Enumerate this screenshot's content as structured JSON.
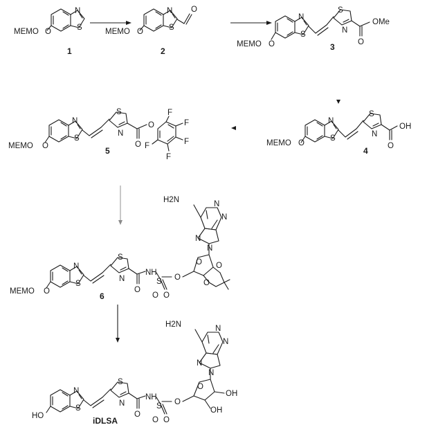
{
  "compounds": [
    {
      "label": "1",
      "substituent": "MEMO"
    },
    {
      "label": "2",
      "substituent": "MEMO"
    },
    {
      "label": "3",
      "substituent": "MEMO",
      "ester": "OMe"
    },
    {
      "label": "4",
      "substituent": "MEMO",
      "acid": "OH"
    },
    {
      "label": "5",
      "substituent": "MEMO"
    },
    {
      "label": "6",
      "substituent": "MEMO",
      "amine": "H2N"
    },
    {
      "label": "iDLSA",
      "substituent": "HO",
      "amine": "H2N",
      "hydroxyl": "OH"
    }
  ],
  "atoms": {
    "N": "N",
    "S": "S",
    "O": "O",
    "H": "H",
    "F": "F",
    "NH": "NH",
    "H2N": "H₂N"
  }
}
